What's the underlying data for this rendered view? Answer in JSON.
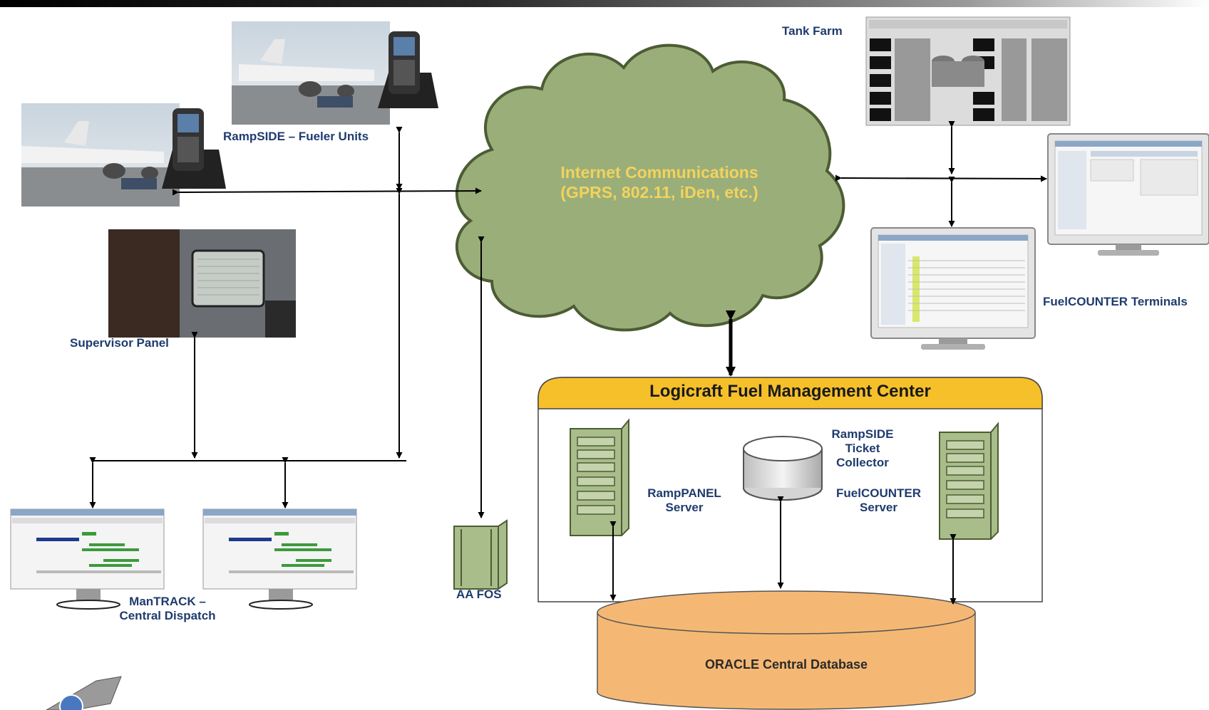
{
  "cloud": {
    "line1": "Internet Communications",
    "line2": "(GPRS, 802.11, iDen, etc.)"
  },
  "labels": {
    "rampside": "RampSIDE – Fueler Units",
    "tank_farm": "Tank Farm",
    "supervisor": "Supervisor Panel",
    "mantrack_1": "ManTRACK –",
    "mantrack_2": "Central Dispatch",
    "aa_fos": "AA FOS",
    "fuelcounter_terminals": "FuelCOUNTER Terminals",
    "ramppanel_1": "RampPANEL",
    "ramppanel_2": "Server",
    "ticket_1": "RampSIDE",
    "ticket_2": "Ticket",
    "ticket_3": "Collector",
    "fcserver_1": "FuelCOUNTER",
    "fcserver_2": "Server"
  },
  "fmc_title": "Logicraft Fuel Management Center",
  "database": "ORACLE Central Database",
  "colors": {
    "cloud_fill": "#9aae7a",
    "cloud_text": "#f2d35c",
    "fmc_header": "#f5c02a",
    "database_fill": "#f5b874",
    "server_fill": "#a9bd8a",
    "label_text": "#1f3b6e"
  }
}
